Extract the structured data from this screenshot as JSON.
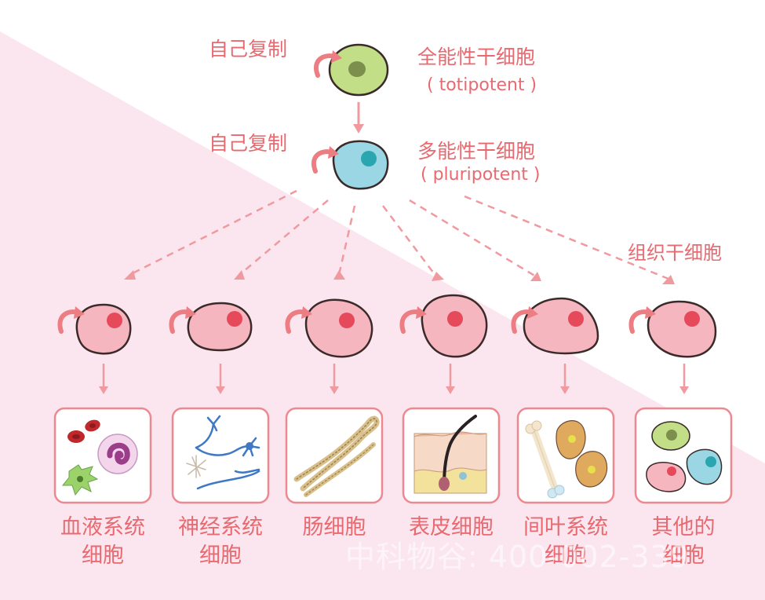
{
  "top": {
    "self_renew_1": "自己复制",
    "self_renew_2": "自己复制",
    "totipotent_cn": "全能性干细胞",
    "totipotent_en": "( totipotent )",
    "pluripotent_cn": "多能性干细胞",
    "pluripotent_en": "( pluripotent )",
    "tissue_stem_label": "组织干细胞"
  },
  "colors": {
    "accent": "#e86a70",
    "background_pink": "#fbe6ef",
    "totipotent_cell": "#c2de86",
    "pluripotent_cell": "#9ad6e4",
    "tissue_cell": "#f6b6bf",
    "nucleus": "#e64a5a"
  },
  "categories": [
    {
      "line1": "血液系统",
      "line2": "细胞",
      "icon": "blood-cells-icon"
    },
    {
      "line1": "神经系统",
      "line2": "细胞",
      "icon": "neuron-icon"
    },
    {
      "line1": "肠细胞",
      "line2": "",
      "icon": "intestine-icon"
    },
    {
      "line1": "表皮细胞",
      "line2": "",
      "icon": "skin-hair-icon"
    },
    {
      "line1": "间叶系统",
      "line2": "细胞",
      "icon": "bone-cells-icon"
    },
    {
      "line1": "其他的",
      "line2": "细胞",
      "icon": "other-cells-icon"
    }
  ],
  "watermark": "中科物谷: 400-002-339"
}
